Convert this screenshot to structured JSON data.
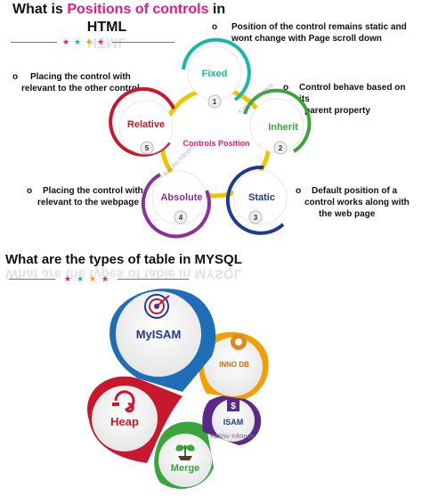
{
  "section1": {
    "title_prefix": "What is ",
    "title_highlight": "Positions of controls",
    "title_suffix": " in",
    "title_line2": "HTML",
    "center_label": "Controls Position",
    "watermark": "KaShiv Infotech",
    "nodes": [
      {
        "name": "Fixed",
        "number": "1",
        "color": "#18b8a8"
      },
      {
        "name": "Inherit",
        "number": "2",
        "color": "#3aa53a"
      },
      {
        "name": "Static",
        "number": "3",
        "color": "#1f3a93"
      },
      {
        "name": "Absolute",
        "number": "4",
        "color": "#8e2f9e"
      },
      {
        "name": "Relative",
        "number": "5",
        "color": "#c8182d"
      }
    ],
    "bullet_glyph": "o",
    "descriptions": {
      "fixed": [
        "Position of the control remains static and",
        "wont change with Page scroll down"
      ],
      "inherit": [
        "Control behave based on its",
        "parent property"
      ],
      "static": [
        "Default position of a",
        "control works along with",
        "the web page"
      ],
      "absolute": [
        "Placing the control with",
        "relevant to the webpage"
      ],
      "relative": [
        "Placing the control with",
        "relevant to the other control"
      ]
    }
  },
  "section2": {
    "title": "What are the types of table in MYSQL",
    "watermark": "KaShiv Infotech",
    "engines": [
      {
        "name": "MyISAM",
        "icon": "target-icon",
        "color": "#1f3a93"
      },
      {
        "name": "INNO DB",
        "icon": "brain-icon",
        "color": "#e08a1a"
      },
      {
        "name": "ISAM",
        "icon": "dollar-icon",
        "color": "#5b2a86"
      },
      {
        "name": "Merge",
        "icon": "plant-icon",
        "color": "#3aa53a"
      },
      {
        "name": "Heap",
        "icon": "heap-icon",
        "color": "#c8182d"
      }
    ]
  },
  "colors": {
    "accent_pink": "#e6177a",
    "center_ring": "#f2c400",
    "stars": [
      "#e6177a",
      "#18b8a8",
      "#f2a000",
      "#e6177a"
    ]
  }
}
